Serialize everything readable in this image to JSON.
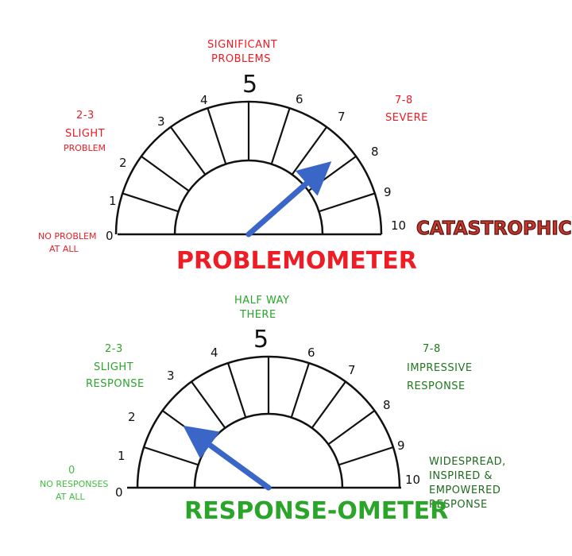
{
  "meter_scale": [
    "0",
    "1",
    "2",
    "3",
    "4",
    "5",
    "6",
    "7",
    "8",
    "9",
    "10"
  ],
  "colors": {
    "problem_text": "#ee1c24",
    "response_text": "#2aa52a",
    "response_dark": "#1e7a1e",
    "needle": "#3a66c8",
    "ink": "#111111",
    "catastrophic_fill": "#c0392b"
  },
  "problemometer": {
    "title": "PROBLEMOMETER",
    "needle_value": 7.7,
    "labels": {
      "none_1": "NO PROBLEM",
      "none_2": "AT ALL",
      "slight_1": "2-3",
      "slight_2": "SLIGHT",
      "slight_3": "PROBLEM",
      "significant_1": "SIGNIFICANT",
      "significant_2": "PROBLEMS",
      "severe_1": "7-8",
      "severe_2": "SEVERE",
      "catastrophic": "CATASTROPHIC"
    }
  },
  "responseometer": {
    "title": "RESPONSE-OMETER",
    "needle_value": 2.0,
    "labels": {
      "none_1": "0",
      "none_2": "NO RESPONSES",
      "none_3": "AT ALL",
      "slight_1": "2-3",
      "slight_2": "SLIGHT",
      "slight_3": "RESPONSE",
      "half_1": "HALF WAY",
      "half_2": "THERE",
      "impressive_1": "7-8",
      "impressive_2": "IMPRESSIVE",
      "impressive_3": "RESPONSE",
      "wide_1": "WIDESPREAD,",
      "wide_2": "INSPIRED &",
      "wide_3": "EMPOWERED",
      "wide_4": "RESPONSE"
    }
  }
}
